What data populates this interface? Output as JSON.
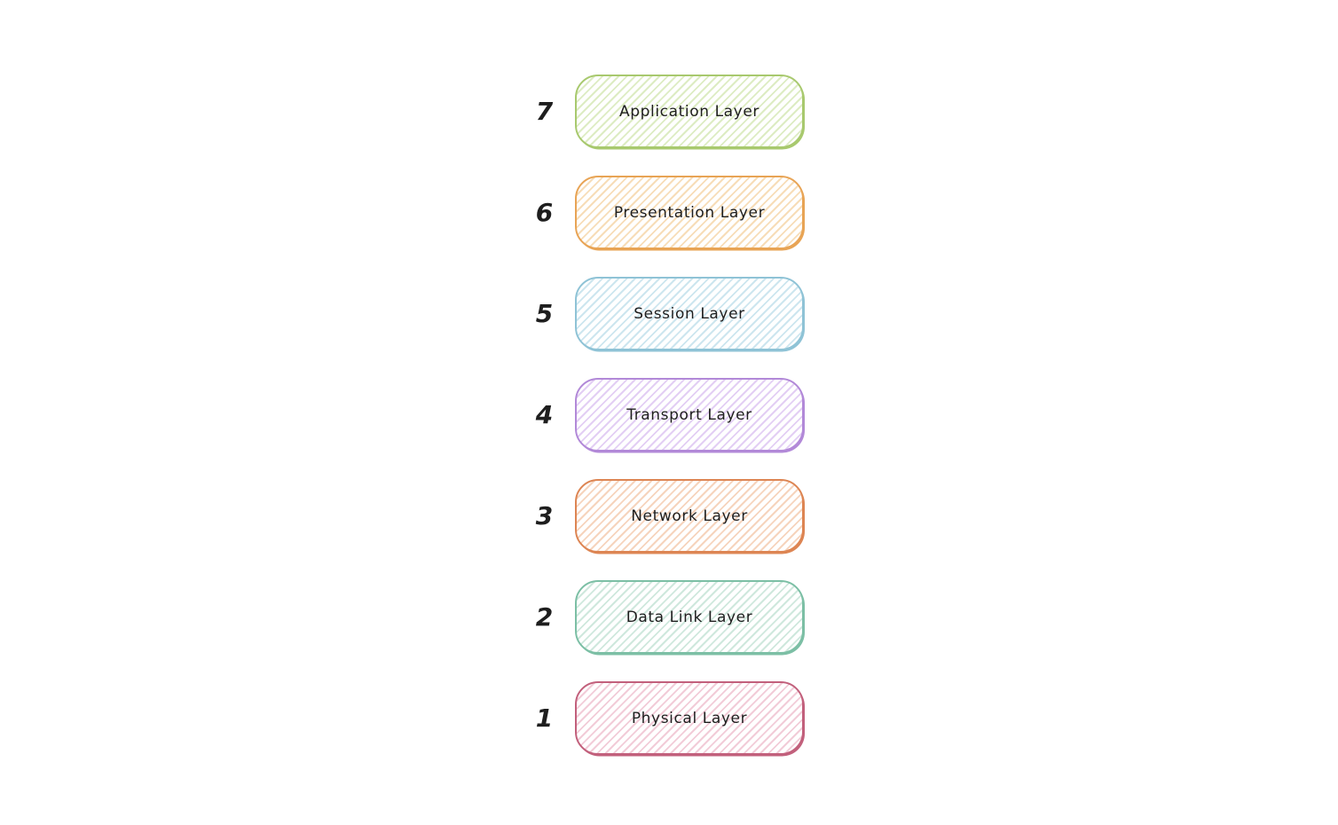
{
  "canvas": {
    "background": "#ffffff",
    "text_color": "#1e1e1e"
  },
  "layers": [
    {
      "number": "7",
      "label": "Application Layer",
      "stroke": "#a8c96e",
      "hatch": "#ddecc3"
    },
    {
      "number": "6",
      "label": "Presentation Layer",
      "stroke": "#e8a455",
      "hatch": "#f7ddb8"
    },
    {
      "number": "5",
      "label": "Session Layer",
      "stroke": "#8fc3d6",
      "hatch": "#cde6ef"
    },
    {
      "number": "4",
      "label": "Transport Layer",
      "stroke": "#b289d8",
      "hatch": "#e3cff4"
    },
    {
      "number": "3",
      "label": "Network Layer",
      "stroke": "#dd8553",
      "hatch": "#f6d4bd"
    },
    {
      "number": "2",
      "label": "Data Link Layer",
      "stroke": "#7cbfa5",
      "hatch": "#cfe8dd"
    },
    {
      "number": "1",
      "label": "Physical Layer",
      "stroke": "#c2607c",
      "hatch": "#f2ccd8"
    }
  ]
}
